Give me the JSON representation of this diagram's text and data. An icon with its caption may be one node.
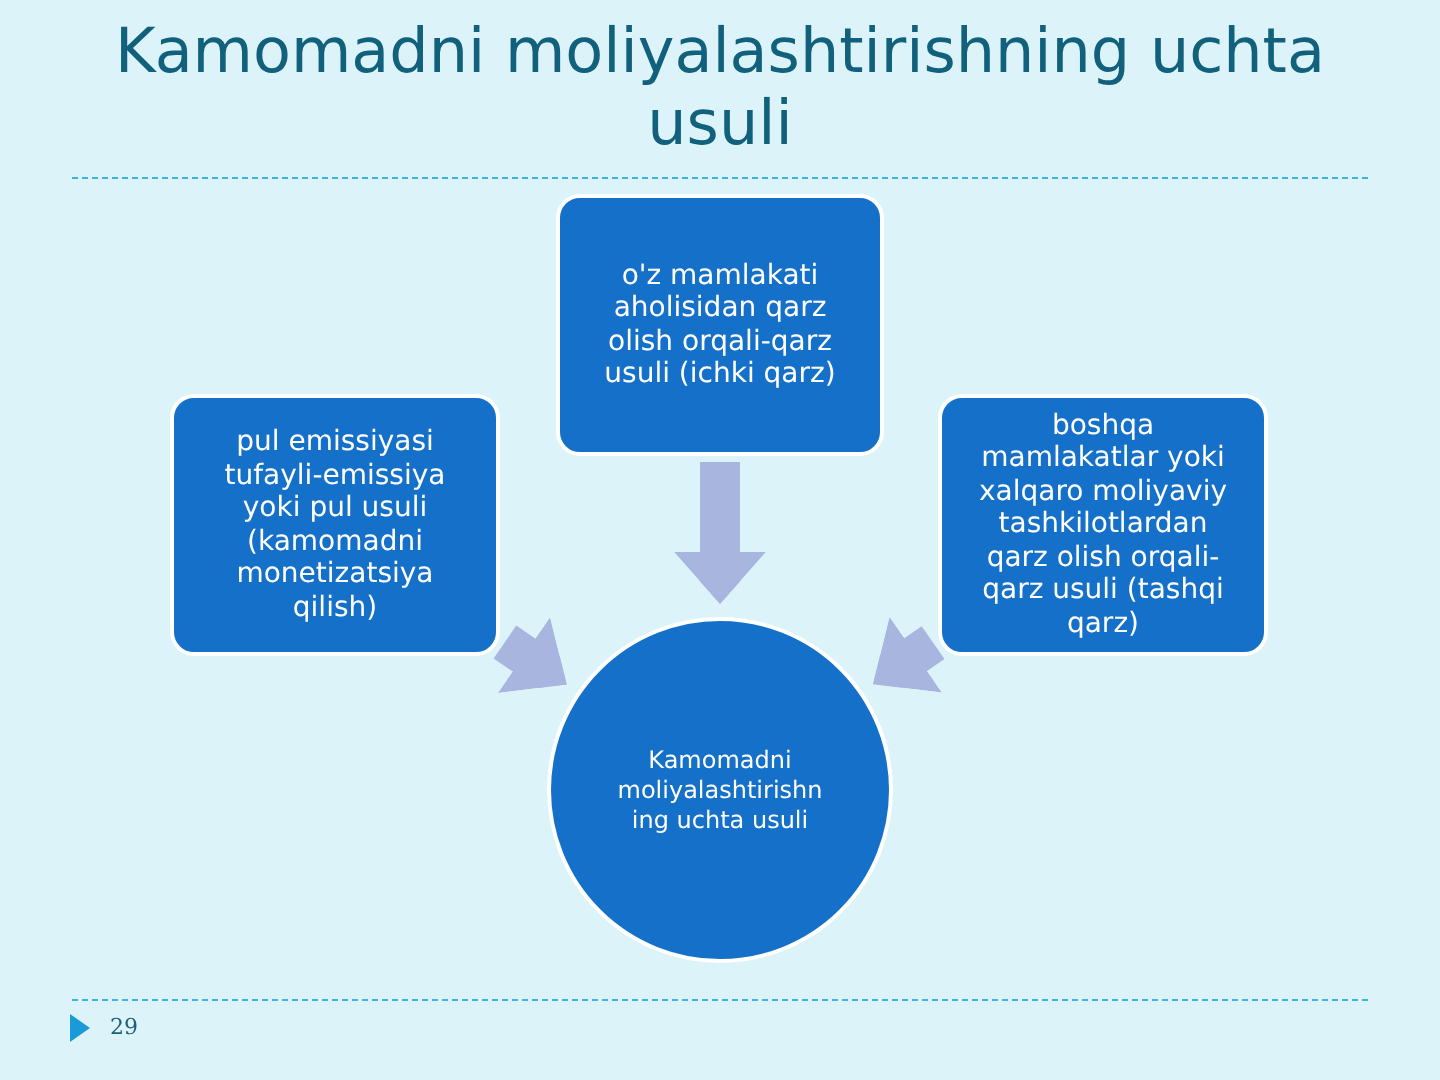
{
  "diagram": {
    "title": "Kamomadni moliyalashtirishning uchta usuli",
    "nodes": [
      {
        "text": [
          "Kamomadni moliyalashtirishning uchta usuli"
        ]
      },
      {
        "text": [
          "pul emissiyasi tufayli-emissiya yoki pul usuli (kamomadni monetizatsiya qilish)"
        ]
      },
      {
        "text": [
          "o'z mamlakati aholisidan qarz olish orqali-qarz usuli (ichki qarz)"
        ]
      },
      {
        "text": [
          "boshqa mamlakatlar yoki xalqaro moliyaviy tashkilotlardan qarz olish orqali-qarz usuli (tashqi qarz)"
        ]
      }
    ],
    "edges": [
      {
        "from": 1,
        "to": 0,
        "arrow": "to"
      },
      {
        "from": 2,
        "to": 0,
        "arrow": "to"
      },
      {
        "from": 3,
        "to": 0,
        "arrow": "to"
      }
    ],
    "labels": [
      "29"
    ]
  }
}
